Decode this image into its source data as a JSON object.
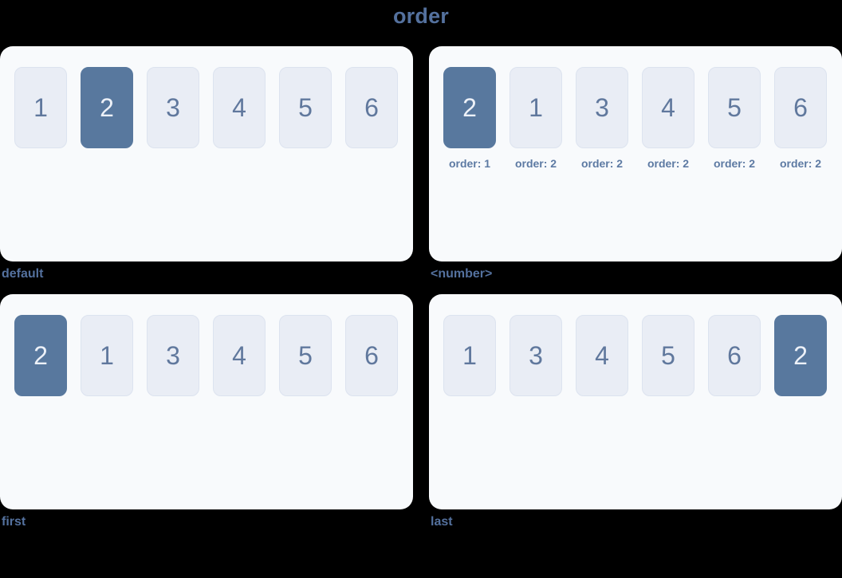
{
  "page": {
    "title": "order"
  },
  "colors": {
    "background": "#000000",
    "panel_background": "#f8fafc",
    "box_background": "#e9edf5",
    "box_border": "#dce3ef",
    "box_text": "#60789d",
    "highlight_background": "#58789e",
    "highlight_text": "#edf1f8",
    "heading_text": "#54719e",
    "label_text": "#5d7aa3"
  },
  "panels": [
    {
      "caption": "default",
      "boxes": [
        {
          "n": "1"
        },
        {
          "n": "2",
          "highlighted": true
        },
        {
          "n": "3"
        },
        {
          "n": "4"
        },
        {
          "n": "5"
        },
        {
          "n": "6"
        }
      ]
    },
    {
      "caption": "<number>",
      "boxes": [
        {
          "n": "2",
          "highlighted": true,
          "label": "order: 1"
        },
        {
          "n": "1",
          "label": "order: 2"
        },
        {
          "n": "3",
          "label": "order: 2"
        },
        {
          "n": "4",
          "label": "order: 2"
        },
        {
          "n": "5",
          "label": "order: 2"
        },
        {
          "n": "6",
          "label": "order: 2"
        }
      ]
    },
    {
      "caption": "first",
      "boxes": [
        {
          "n": "2",
          "highlighted": true
        },
        {
          "n": "1"
        },
        {
          "n": "3"
        },
        {
          "n": "4"
        },
        {
          "n": "5"
        },
        {
          "n": "6"
        }
      ]
    },
    {
      "caption": "last",
      "boxes": [
        {
          "n": "1"
        },
        {
          "n": "3"
        },
        {
          "n": "4"
        },
        {
          "n": "5"
        },
        {
          "n": "6"
        },
        {
          "n": "2",
          "highlighted": true
        }
      ]
    }
  ]
}
